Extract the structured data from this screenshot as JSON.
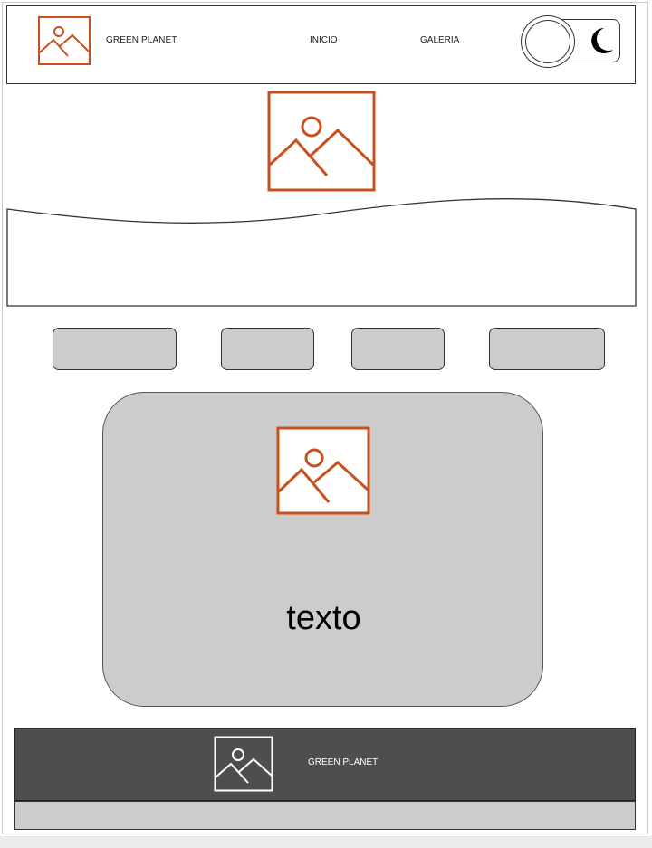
{
  "header": {
    "brand": "GREEN PLANET",
    "nav": [
      {
        "label": "INICIO"
      },
      {
        "label": "GALERIA"
      }
    ],
    "logo_icon": "image-placeholder-icon",
    "theme_toggle_icon": "moon-icon"
  },
  "hero": {
    "image_icon": "image-placeholder-icon"
  },
  "card": {
    "image_icon": "image-placeholder-icon",
    "text": "texto"
  },
  "footer": {
    "brand": "GREEN PLANET",
    "logo_icon": "image-placeholder-icon"
  },
  "colors": {
    "accent": "#c8501e",
    "button_fill": "#cccccc",
    "footer_bg": "#4e4e4e",
    "outline": "#333333"
  }
}
